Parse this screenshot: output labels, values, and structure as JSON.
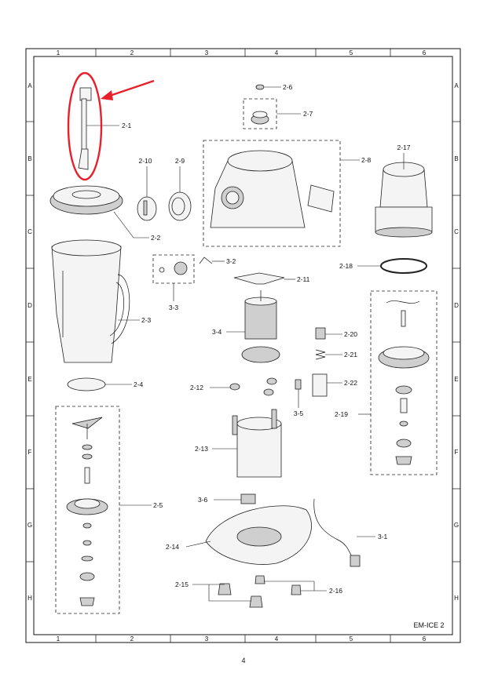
{
  "sheet": {
    "model": "EM-ICE 2",
    "page_number": "4",
    "col_labels": [
      "1",
      "2",
      "3",
      "4",
      "5",
      "6"
    ],
    "row_labels": [
      "A",
      "B",
      "C",
      "D",
      "E",
      "F",
      "G",
      "H"
    ]
  },
  "highlight_color": "#e8202a",
  "parts": [
    {
      "id": "p2_1",
      "label": "2-1"
    },
    {
      "id": "p2_2",
      "label": "2-2"
    },
    {
      "id": "p2_3",
      "label": "2-3"
    },
    {
      "id": "p2_4",
      "label": "2-4"
    },
    {
      "id": "p2_5",
      "label": "2-5"
    },
    {
      "id": "p2_6",
      "label": "2-6"
    },
    {
      "id": "p2_7",
      "label": "2-7"
    },
    {
      "id": "p2_8",
      "label": "2-8"
    },
    {
      "id": "p2_9",
      "label": "2-9"
    },
    {
      "id": "p2_10",
      "label": "2-10"
    },
    {
      "id": "p2_11",
      "label": "2-11"
    },
    {
      "id": "p2_12",
      "label": "2-12"
    },
    {
      "id": "p2_13",
      "label": "2-13"
    },
    {
      "id": "p2_14",
      "label": "2-14"
    },
    {
      "id": "p2_15",
      "label": "2-15"
    },
    {
      "id": "p2_16",
      "label": "2-16"
    },
    {
      "id": "p2_17",
      "label": "2-17"
    },
    {
      "id": "p2_18",
      "label": "2-18"
    },
    {
      "id": "p2_19",
      "label": "2-19"
    },
    {
      "id": "p2_20",
      "label": "2-20"
    },
    {
      "id": "p2_21",
      "label": "2-21"
    },
    {
      "id": "p2_22",
      "label": "2-22"
    },
    {
      "id": "p3_1",
      "label": "3-1"
    },
    {
      "id": "p3_2",
      "label": "3-2"
    },
    {
      "id": "p3_3",
      "label": "3-3"
    },
    {
      "id": "p3_4",
      "label": "3-4"
    },
    {
      "id": "p3_5",
      "label": "3-5"
    },
    {
      "id": "p3_6",
      "label": "3-6"
    }
  ]
}
